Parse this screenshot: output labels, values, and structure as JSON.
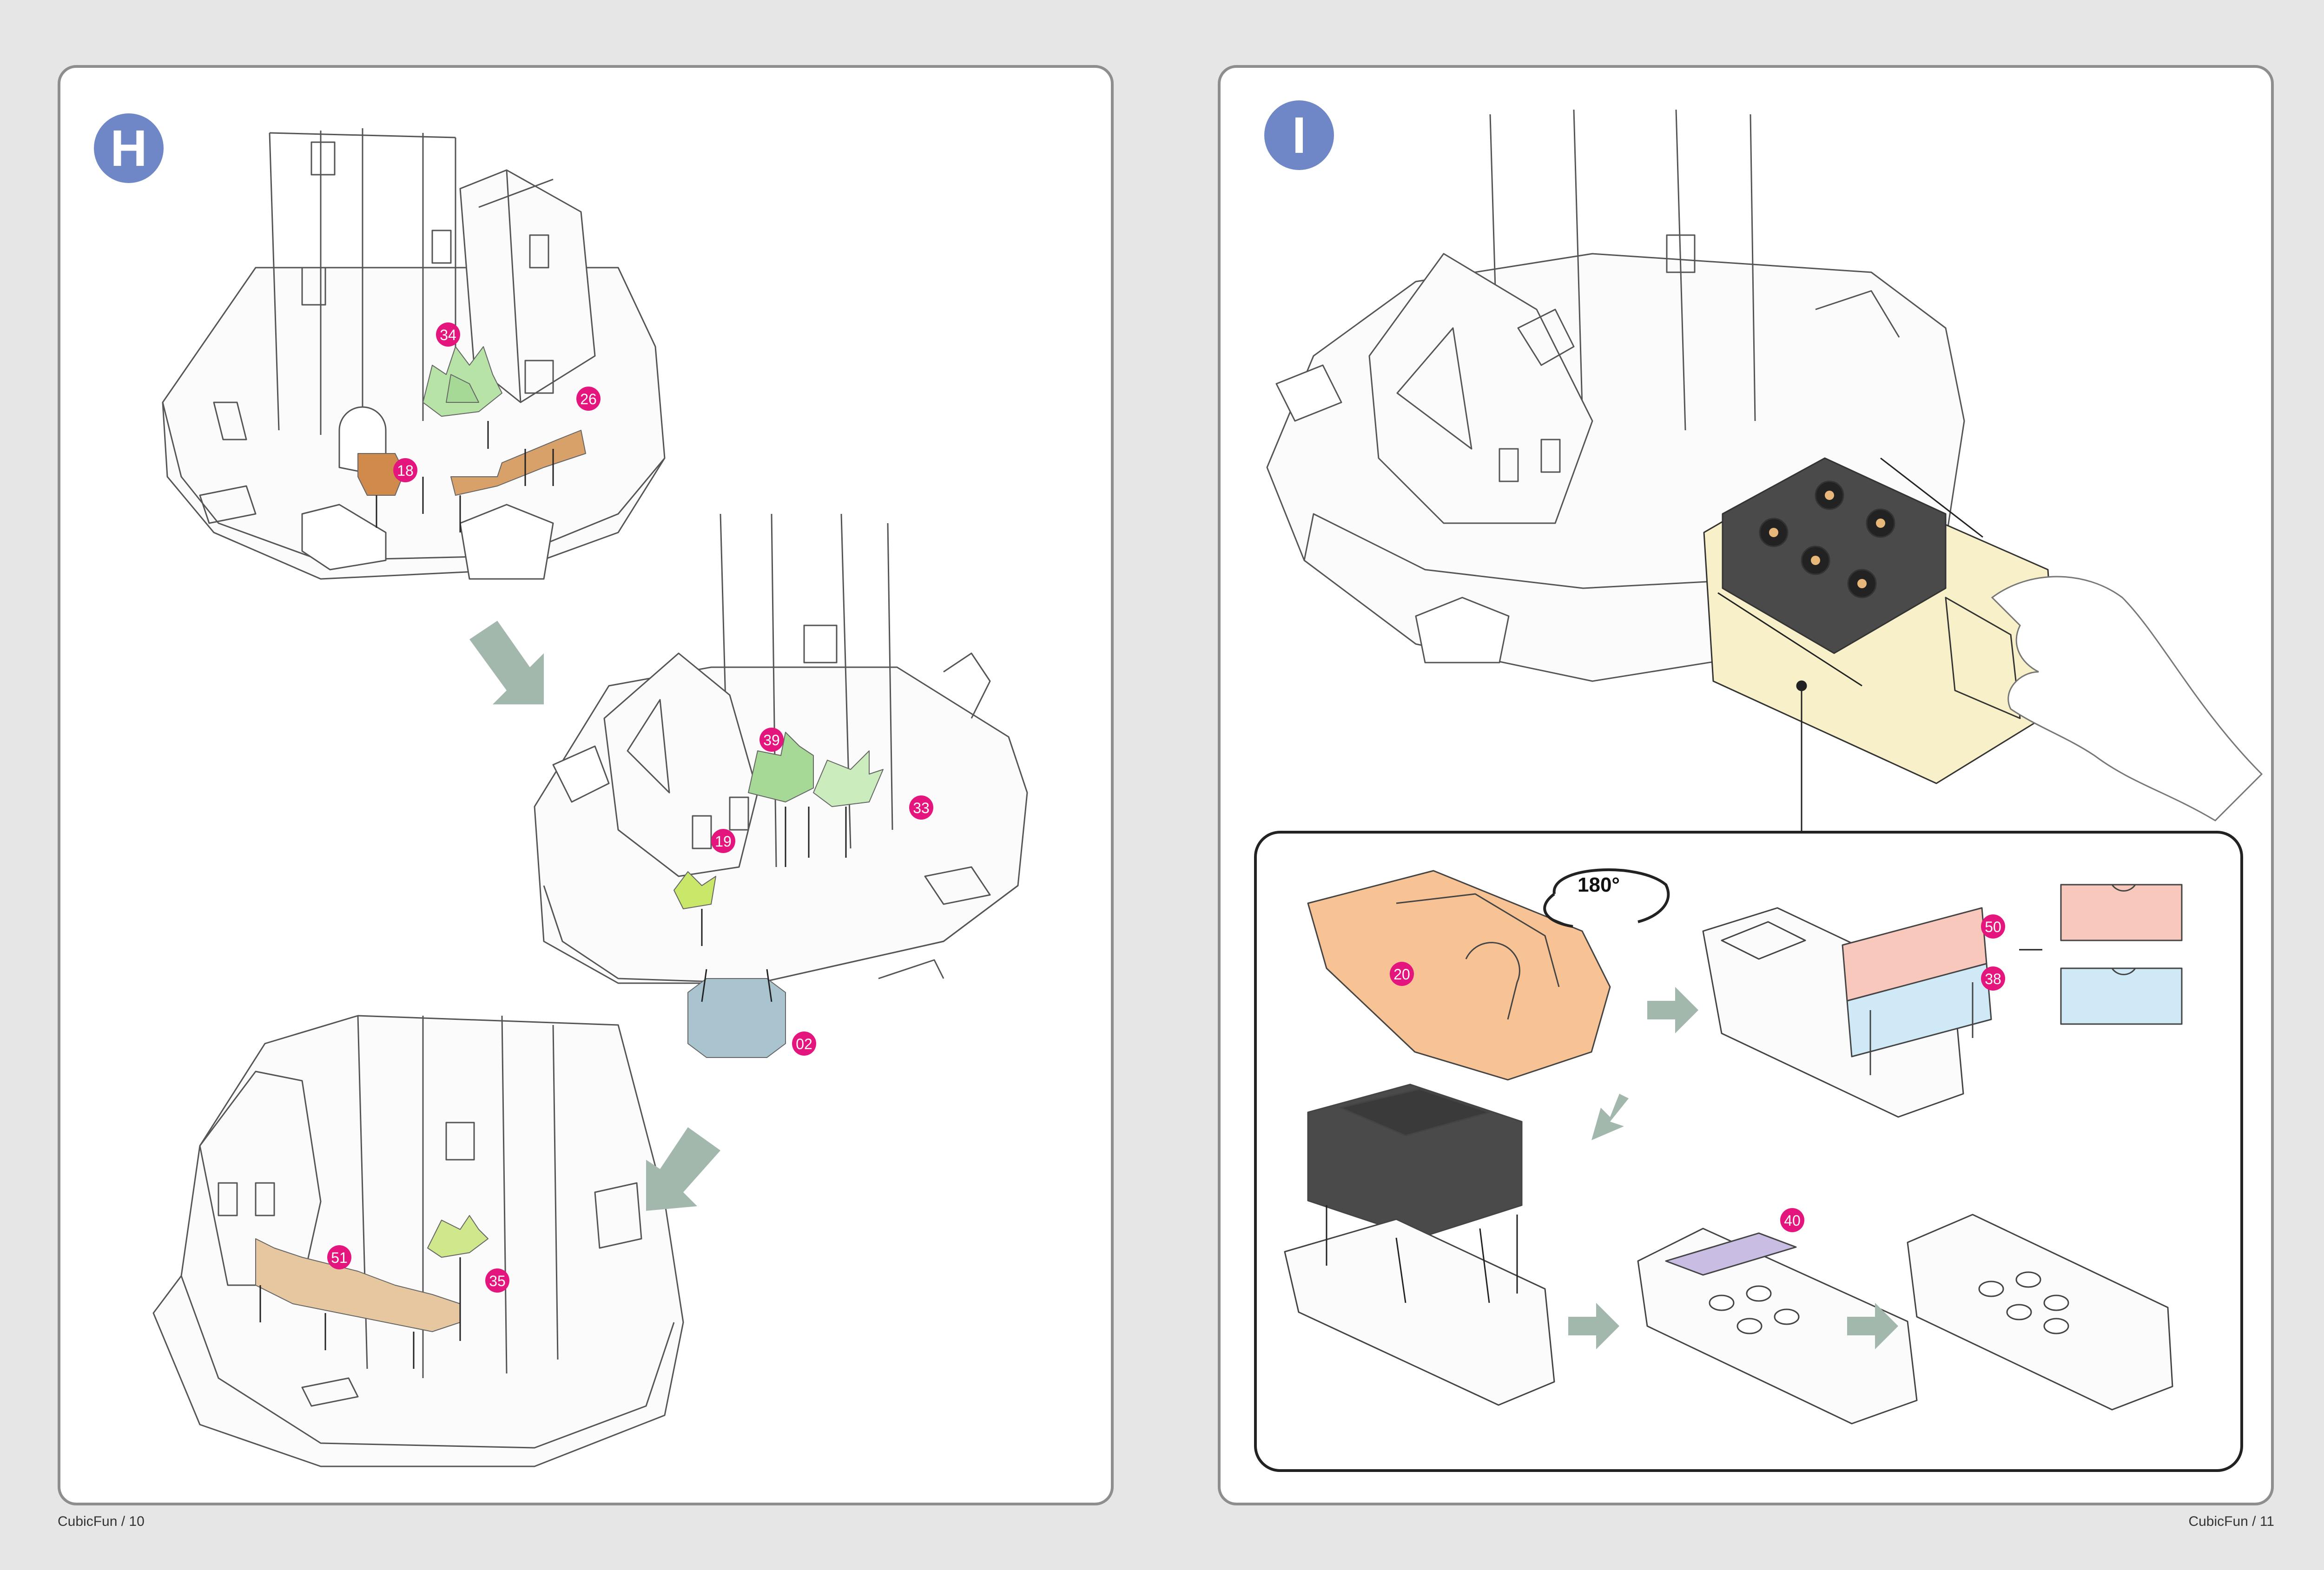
{
  "panels": {
    "left": {
      "step": "H"
    },
    "right": {
      "step": "I"
    }
  },
  "part_tags": {
    "h1": [
      "34",
      "26",
      "18"
    ],
    "h2": [
      "39",
      "33",
      "19",
      "02"
    ],
    "h3": [
      "51",
      "35"
    ],
    "inset": [
      "20",
      "50",
      "38",
      "40"
    ]
  },
  "rotation_label": "180°",
  "footer": {
    "left": "CubicFun / 10",
    "right": "CubicFun / 11"
  },
  "colors": {
    "badge": "#6f87c6",
    "tag": "#e5157e",
    "arrow": "#a3b8ad",
    "tree": "#b7e3a6",
    "fence": "#d9a16a",
    "door_blue": "#a9c3cf",
    "orange_piece": "#f7c394",
    "pink_piece": "#f8c8bd",
    "blue_piece": "#cfe9f6",
    "purple_piece": "#c9bde4",
    "tray_yellow": "#f7f0c8",
    "battery_dark": "#4a4a4a"
  },
  "icons": [
    "step-badge",
    "flow-arrow-icon",
    "rotate-arrow-icon",
    "hand-icon"
  ]
}
